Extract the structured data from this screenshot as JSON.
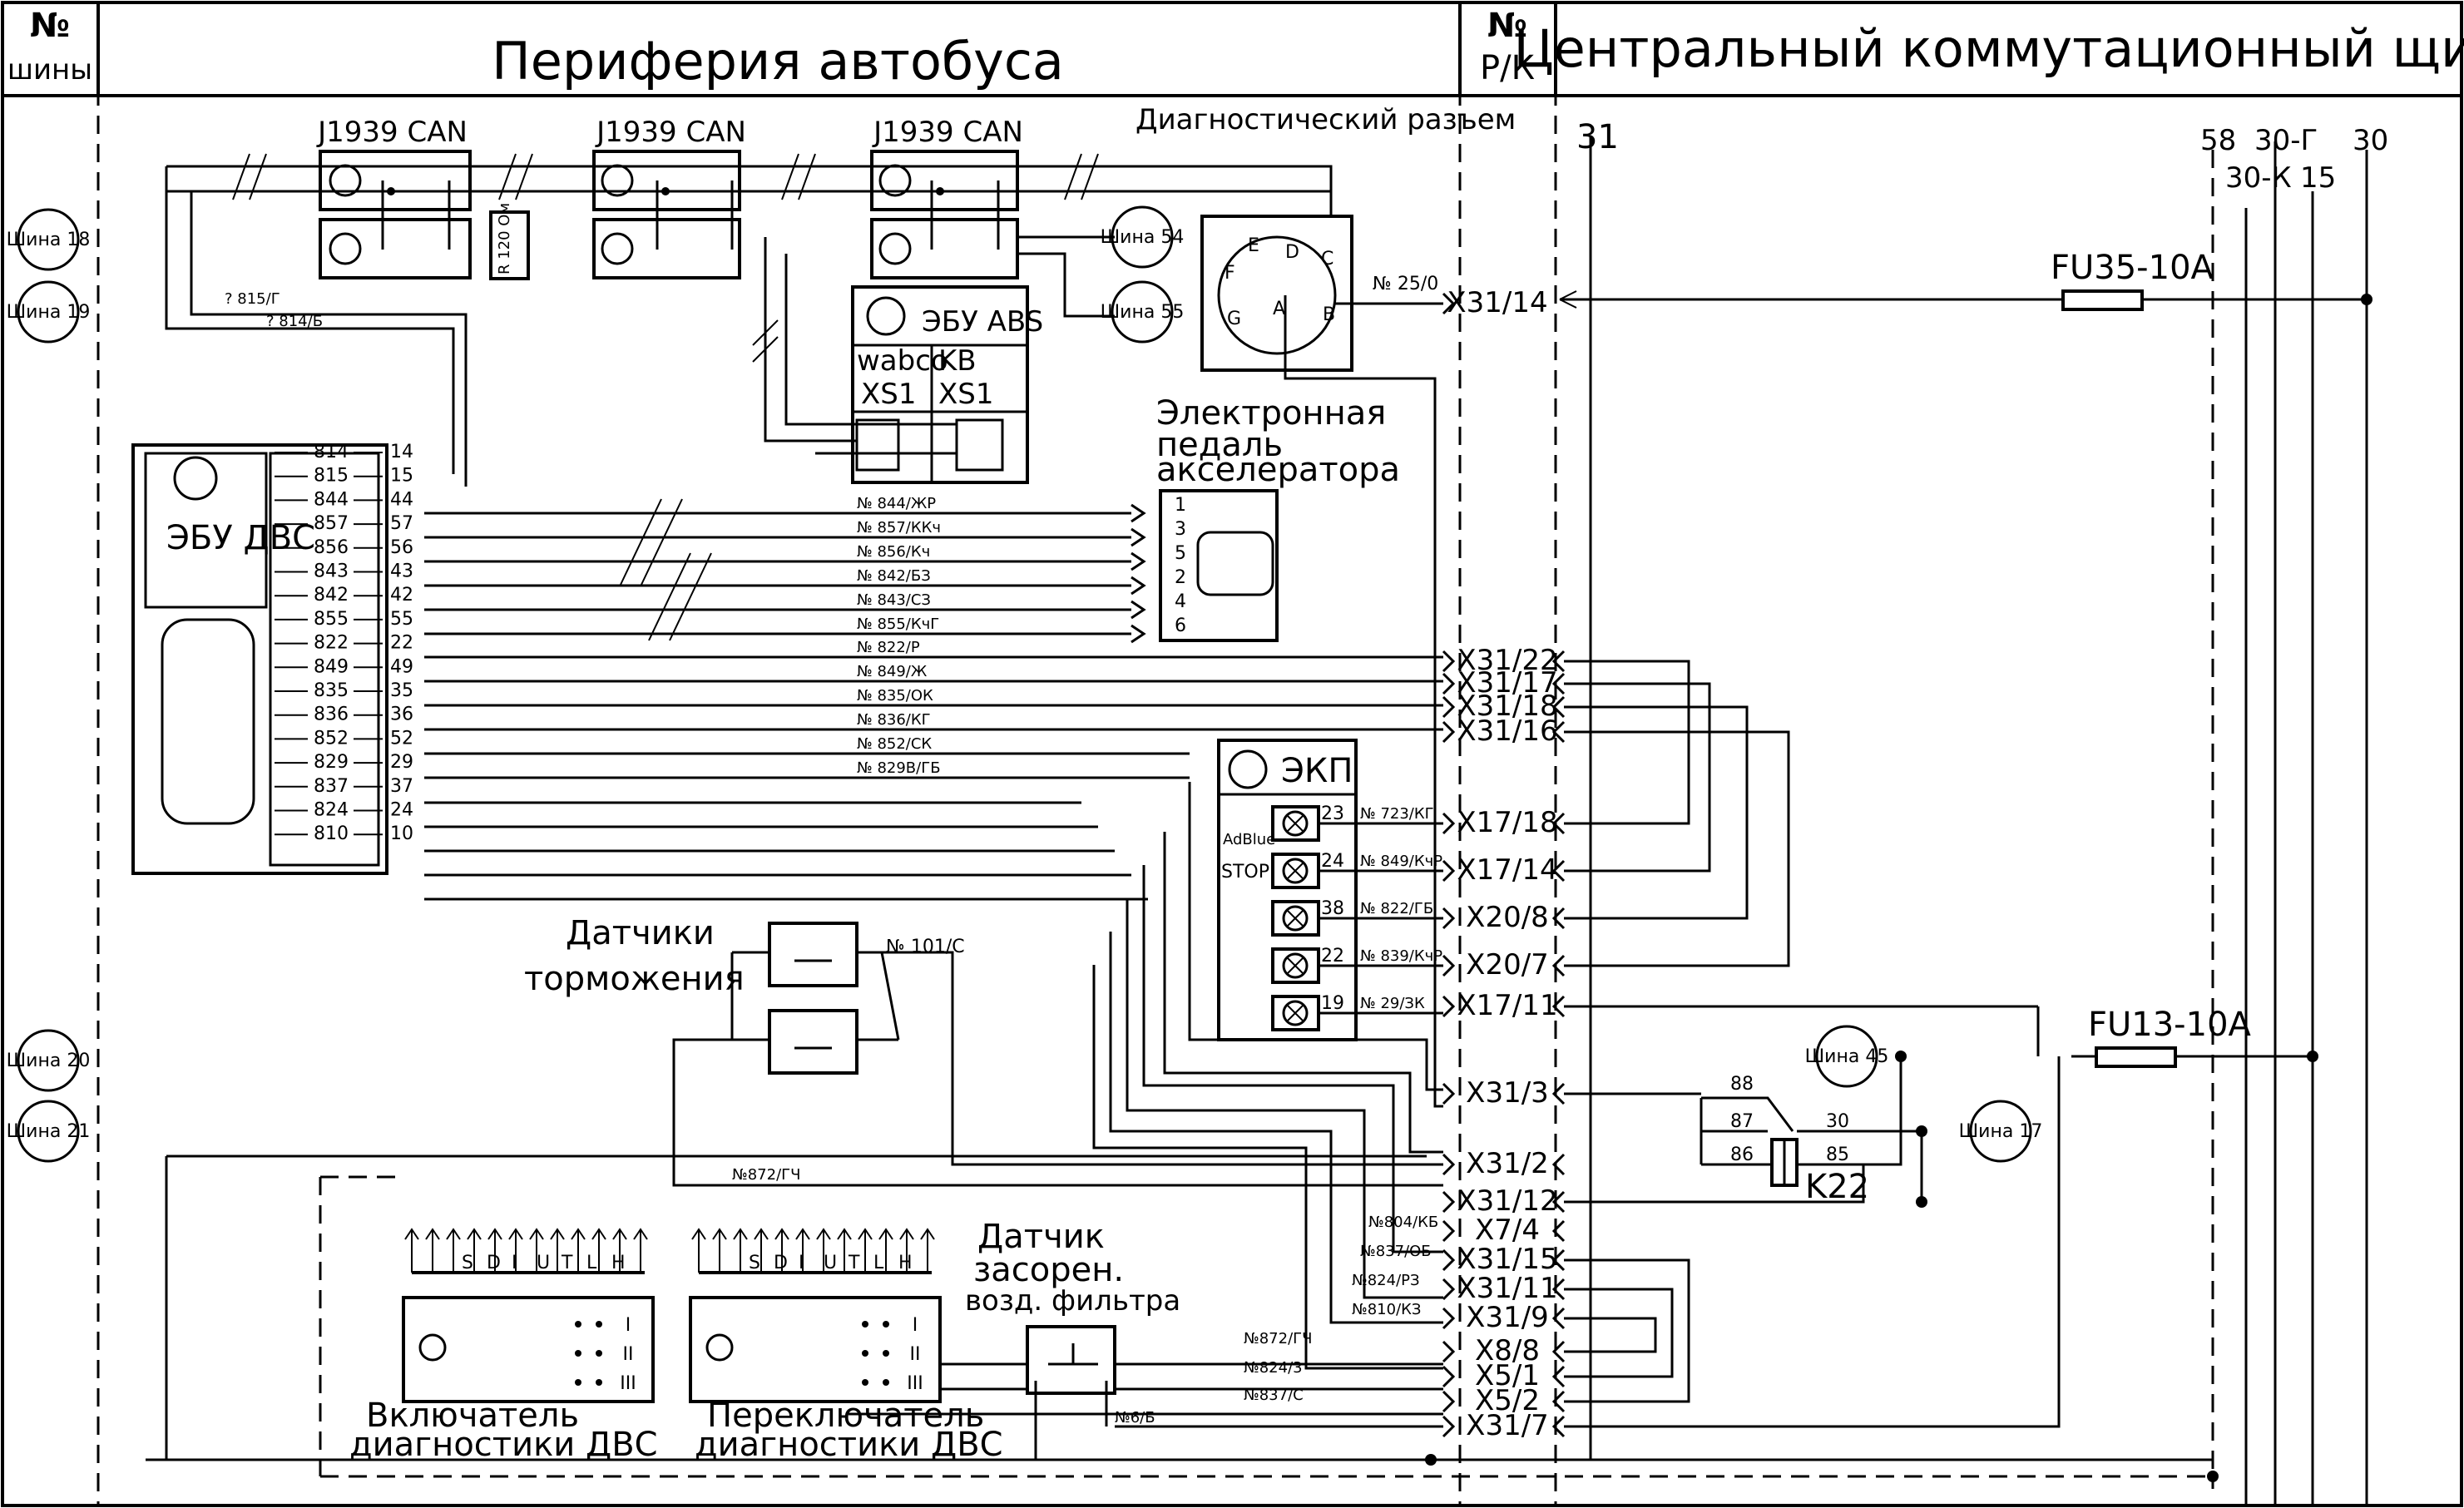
{
  "header": {
    "bus_no_title": "№",
    "bus_no_sub": "шины",
    "periphery_title": "Периферия автобуса",
    "rk_title": "№",
    "rk_sub": "Р/К",
    "central_title": "Центральный коммутационный щит"
  },
  "buses": {
    "b18": "Шина 18",
    "b19": "Шина 19",
    "b20": "Шина 20",
    "b21": "Шина 21",
    "b54": "Шина 54",
    "b55": "Шина 55",
    "b45": "Шина 45",
    "b17": "Шина 17"
  },
  "can": {
    "c1": "J1939 CAN",
    "c2": "J1939 CAN",
    "c3": "J1939 CAN",
    "term": "R 120 Ом",
    "w815": "? 815/Г",
    "w814": "? 814/Б"
  },
  "diag_connector": {
    "label": "Диагностический разъем",
    "wire": "№ 25/0",
    "terminal": "X31/14",
    "pins": [
      "A",
      "B",
      "C",
      "D",
      "E",
      "F",
      "G"
    ]
  },
  "abs": {
    "title": "ЭБУ ABS",
    "wabco": "wabco",
    "kb": "KB",
    "xs1a": "XS1",
    "xs1b": "XS1"
  },
  "ecu": {
    "title": "ЭБУ ДВС",
    "pins_left": [
      "814",
      "815",
      "844",
      "857",
      "856",
      "843",
      "842",
      "855",
      "822",
      "849",
      "835",
      "836",
      "852",
      "829",
      "837",
      "824",
      "810"
    ],
    "pins_right": [
      "14",
      "15",
      "44",
      "57",
      "56",
      "43",
      "42",
      "55",
      "22",
      "49",
      "35",
      "36",
      "52",
      "29",
      "37",
      "24",
      "10"
    ]
  },
  "pedal": {
    "title": "Электронная педаль акселератора",
    "wires": [
      "№ 844/ЖР",
      "№ 857/ККч",
      "№ 856/Кч",
      "№ 842/БЗ",
      "№ 843/СЗ",
      "№ 855/КчГ"
    ],
    "pins": [
      "1",
      "3",
      "5",
      "2",
      "4",
      "6"
    ]
  },
  "ecu_wires": {
    "w822": "№ 822/Р",
    "w849": "№ 849/Ж",
    "w835": "№ 835/ОК",
    "w836": "№ 836/КГ",
    "w852": "№ 852/СК",
    "w829": "№ 829В/ГБ"
  },
  "ekp": {
    "title": "ЭКП",
    "adblue": "AdBlue",
    "stop": "STOP",
    "lamps": [
      {
        "pin": "23",
        "wire": "№ 723/КГ"
      },
      {
        "pin": "24",
        "wire": "№ 849/КчР"
      },
      {
        "pin": "38",
        "wire": "№ 822/ГБ"
      },
      {
        "pin": "22",
        "wire": "№ 839/КчР"
      },
      {
        "pin": "19",
        "wire": "№ 29/ЗК"
      }
    ]
  },
  "terminals": {
    "t1": "X31/22",
    "t2": "X31/17",
    "t3": "X31/18",
    "t4": "X31/16",
    "t5": "X17/18",
    "t6": "X17/14",
    "t7": "X20/8",
    "t8": "X20/7",
    "t9": "X17/11",
    "t10": "X31/3",
    "t11": "X31/2",
    "t12": "X31/12",
    "t13": "X7/4",
    "t14": "X31/15",
    "t15": "X31/11",
    "t16": "X31/9",
    "t17": "X8/8",
    "t18": "X5/1",
    "t19": "X5/2",
    "t20": "X31/7"
  },
  "lower_wires": {
    "w804": "№804/КБ",
    "w837a": "№837/ОБ",
    "w824a": "№824/РЗ",
    "w810": "№810/КЗ",
    "w872b": "№872/ГЧ",
    "w824b": "№824/3",
    "w837b": "№837/С",
    "w6": "№6/Б",
    "w872a": "№872/ГЧ",
    "w101": "№ 101/С"
  },
  "brake": {
    "label1": "Датчики",
    "label2": "торможения"
  },
  "filter": {
    "label1": "Датчик",
    "label2": "засорен.",
    "label3": "возд. фильтра"
  },
  "switches": {
    "sw1_l1": "Включатель",
    "sw1_l2": "диагностики ДВС",
    "sw2_l1": "Переключатель",
    "sw2_l2": "диагностики ДВС",
    "letters": [
      "S",
      "D",
      "I",
      "U",
      "T",
      "L",
      "H"
    ],
    "pos": [
      "I",
      "II",
      "III"
    ]
  },
  "panel": {
    "bus31": "31",
    "bus58": "58",
    "bus30g": "30-Г",
    "bus30": "30",
    "bus30k": "30-К",
    "bus15": "15",
    "fu35": "FU35-10A",
    "fu13": "FU13-10A",
    "relay": "K22",
    "r88": "88",
    "r87": "87",
    "r86": "86",
    "r30": "30",
    "r85": "85"
  }
}
